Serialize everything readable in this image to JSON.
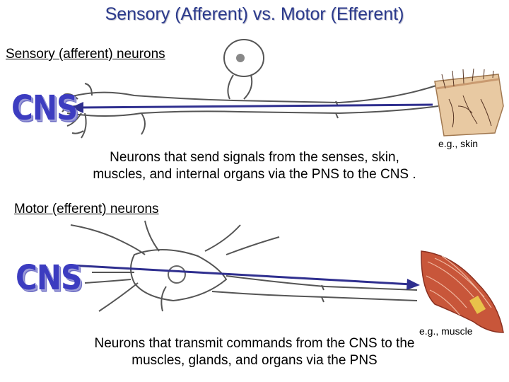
{
  "title": "Sensory (Afferent) vs. Motor (Efferent)",
  "sensory": {
    "heading": "Sensory (afferent) neurons",
    "cns_label": "CNS",
    "example": "e.g., skin",
    "description_line1": "Neurons that send signals from the senses, skin,",
    "description_line2": "muscles, and internal organs via the PNS to the CNS ."
  },
  "motor": {
    "heading": "Motor (efferent) neurons",
    "cns_label": "CNS",
    "example": "e.g., muscle",
    "description_line1": "Neurons that transmit commands from the CNS to the",
    "description_line2": "muscles, glands, and organs via the PNS"
  },
  "colors": {
    "title": "#2b3a8c",
    "arrow": "#2f2f8f",
    "cns": "#3c3cc0",
    "skin": "#e8c9a2",
    "muscle": "#c8563a"
  }
}
